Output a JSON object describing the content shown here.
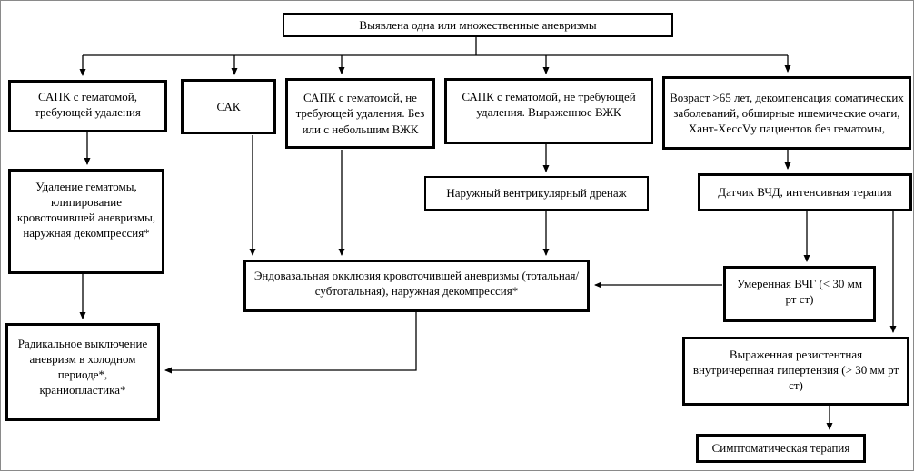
{
  "diagram_type": "flowchart",
  "language": "ru",
  "colors": {
    "background": "#ffffff",
    "box_border": "#000000",
    "connector": "#000000",
    "frame_border": "#8a8a8a",
    "text": "#000000"
  },
  "nodes": {
    "root": {
      "label": "Выявлена одна или множественные аневризмы"
    },
    "sapk_removal": {
      "label": "САПК с гематомой, требующей удаления"
    },
    "sak": {
      "label": "САК"
    },
    "sapk_no_removal_small_ivh": {
      "label": "САПК с гематомой, не требующей удаления. Без или с небольшим ВЖК"
    },
    "sapk_no_removal_severe_ivh": {
      "label": "САПК с гематомой, не требующей удаления. Выраженное ВЖК"
    },
    "elderly": {
      "label": "Возраст >65 лет, декомпенсация соматических заболеваний, обширные ишемические очаги, Хант-ХессVу пациентов без гематомы,"
    },
    "hematoma_removal": {
      "label": "Удаление гематомы, клипирование кровоточившей аневризмы, наружная декомпрессия*"
    },
    "ventricular_drain": {
      "label": "Наружный вентрикулярный дренаж"
    },
    "icp_sensor": {
      "label": "Датчик ВЧД, интенсивная терапия"
    },
    "endovasal_occlusion": {
      "label": "Эндовазальная окклюзия кровоточившей аневризмы (тотальная/субтотальная), наружная декомпрессия*"
    },
    "moderate_ich": {
      "label": "Умеренная ВЧГ (< 30 мм рт ст)"
    },
    "radical_exclusion": {
      "label": "Радикальное выключение аневризм в холодном периоде*, краниопластика*"
    },
    "severe_ich": {
      "label": "Выраженная резистентная внутричерепная гипертензия (> 30 мм рт ст)"
    },
    "symptomatic_therapy": {
      "label": "Симптоматическая  терапия"
    }
  },
  "edges": [
    "root -> sapk_removal",
    "root -> sak",
    "root -> sapk_no_removal_small_ivh",
    "root -> sapk_no_removal_severe_ivh",
    "root -> elderly",
    "sapk_removal -> hematoma_removal",
    "hematoma_removal -> radical_exclusion",
    "sak -> endovasal_occlusion",
    "sapk_no_removal_small_ivh -> endovasal_occlusion",
    "sapk_no_removal_severe_ivh -> ventricular_drain",
    "ventricular_drain -> endovasal_occlusion",
    "elderly -> icp_sensor",
    "icp_sensor -> moderate_ich",
    "icp_sensor -> severe_ich",
    "moderate_ich -> endovasal_occlusion",
    "endovasal_occlusion -> radical_exclusion",
    "severe_ich -> symptomatic_therapy"
  ]
}
